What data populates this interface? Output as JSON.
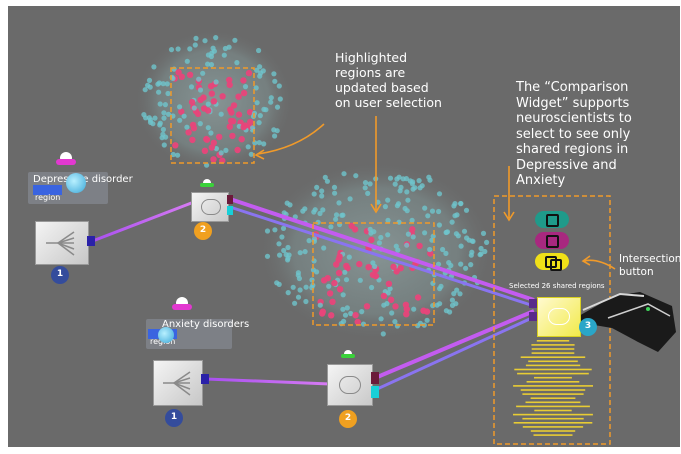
{
  "annotations": {
    "highlighted": [
      "Highlighted",
      "regions are",
      "updated based",
      "on user selection"
    ],
    "comparison": [
      "The “Comparison",
      "Widget” supports",
      "neuroscientists to",
      "select to see only",
      "shared regions in",
      "Depressive and",
      "Anxiety"
    ],
    "intersection": [
      "Intersection",
      "button"
    ]
  },
  "filters": {
    "depressive_label": "Depressive disorder",
    "depressive_region_tag": "region",
    "anxiety_label": "Anxiety disorders",
    "anxiety_region_tag": "region"
  },
  "nodes": {
    "source_top_badge": "1",
    "brain_top_badge": "2",
    "source_bottom_badge": "1",
    "brain_bottom_badge": "2",
    "comparison_badge": "3"
  },
  "comparison_widget": {
    "list_header": "Selected 26 shared regions",
    "buttons": [
      {
        "name": "union-mode-button",
        "color": "#1f9a8a"
      },
      {
        "name": "difference-mode-button",
        "color": "#a8287f"
      },
      {
        "name": "intersection-button",
        "color": "#f0e018"
      }
    ]
  },
  "colors": {
    "background": "#6a6a6a",
    "dashed_box": "#f09a2a",
    "connector": "#c35cf0",
    "highlight_region": "#e8457a",
    "region": "#6fc4cc"
  }
}
